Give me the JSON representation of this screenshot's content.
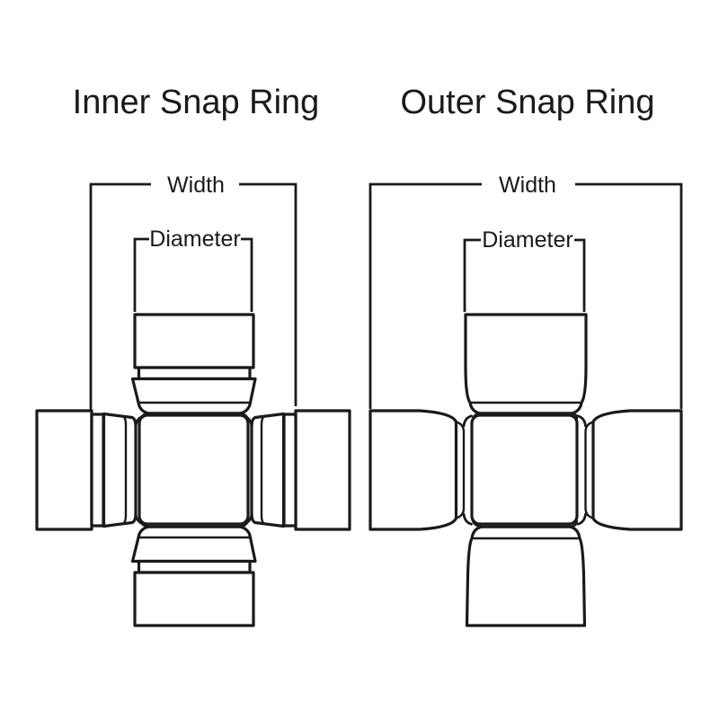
{
  "page": {
    "background": "#ffffff",
    "line_color": "#1a1a1a",
    "description": "Technical line diagram comparing two universal-joint cross styles"
  },
  "diagrams": [
    {
      "id": "inner-snap-ring",
      "title": "Inner Snap Ring",
      "width_label": "Width",
      "diameter_label": "Diameter"
    },
    {
      "id": "outer-snap-ring",
      "title": "Outer Snap Ring",
      "width_label": "Width",
      "diameter_label": "Diameter"
    }
  ]
}
